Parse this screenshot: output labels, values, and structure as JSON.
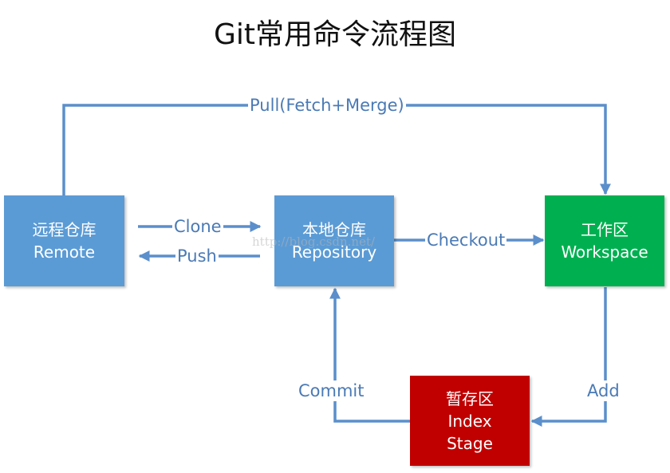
{
  "title": "Git常用命令流程图",
  "colors": {
    "arrow": "#5b8fcb",
    "label": "#4a7ab5",
    "remote_box": "#5b9bd5",
    "local_box": "#5b9bd5",
    "workspace_box": "#00b050",
    "stage_box": "#c00000"
  },
  "nodes": {
    "remote": {
      "line1": "远程仓库",
      "line2": "Remote"
    },
    "local": {
      "line1": "本地仓库",
      "line2": "Repository"
    },
    "workspace": {
      "line1": "工作区",
      "line2": "Workspace"
    },
    "stage": {
      "line1": "暂存区",
      "line2": "Index",
      "line3": "Stage"
    }
  },
  "edges": {
    "pull": "Pull(Fetch+Merge)",
    "clone": "Clone",
    "push": "Push",
    "checkout": "Checkout",
    "add": "Add",
    "commit": "Commit"
  },
  "watermark": "http://blog.csdn.net/"
}
